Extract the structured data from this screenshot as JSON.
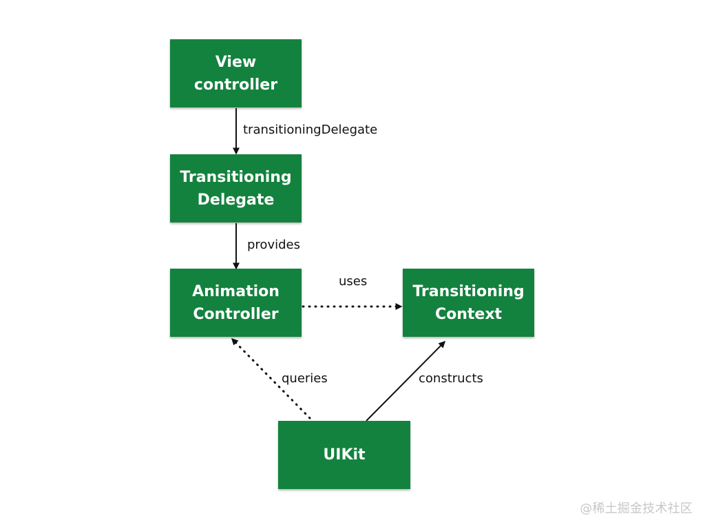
{
  "diagram": {
    "nodes": {
      "view_controller": "View controller",
      "transitioning_delegate": "Transitioning\nDelegate",
      "animation_controller": "Animation\nController",
      "transitioning_context": "Transitioning\nContext",
      "uikit": "UIKit"
    },
    "edge_labels": {
      "transitioning_delegate": "transitioningDelegate",
      "provides": "provides",
      "uses": "uses",
      "queries": "queries",
      "constructs": "constructs"
    },
    "watermark": "@稀土掘金技术社区"
  },
  "colors": {
    "node_fill": "#13823e",
    "node_text": "#ffffff",
    "edge": "#111111",
    "watermark": "#c7c7c7"
  }
}
